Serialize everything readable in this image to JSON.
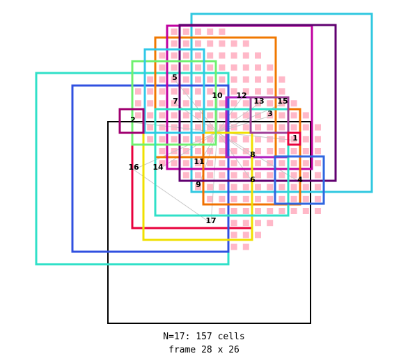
{
  "caption": {
    "count_line": "N=17: 157 cells",
    "frame_line": "frame 28 x 26"
  },
  "squares": [
    {
      "label": "1",
      "color": "#e8003c"
    },
    {
      "label": "2",
      "color": "#a00070"
    },
    {
      "label": "3",
      "color": "#a04098"
    },
    {
      "label": "4",
      "color": "#2f66e0"
    },
    {
      "label": "5",
      "color": "#30c8e8"
    },
    {
      "label": "6",
      "color": "#30e0c8"
    },
    {
      "label": "7",
      "color": "#70f070"
    },
    {
      "label": "8",
      "color": "#f0e000"
    },
    {
      "label": "9",
      "color": "#600070"
    },
    {
      "label": "10",
      "color": "#f07000"
    },
    {
      "label": "11",
      "color": "#c000a0"
    },
    {
      "label": "12",
      "color": "#b020c0"
    },
    {
      "label": "13",
      "color": "#f07800"
    },
    {
      "label": "14",
      "color": "#3050e0"
    },
    {
      "label": "15",
      "color": "#30c8e0"
    },
    {
      "label": "16",
      "color": "#e8003c"
    },
    {
      "label": "17",
      "color": "#30e0c8"
    }
  ],
  "frame_color": "#000000",
  "cell_color": "#ffb8c8",
  "link_color": "#c8c8c8"
}
